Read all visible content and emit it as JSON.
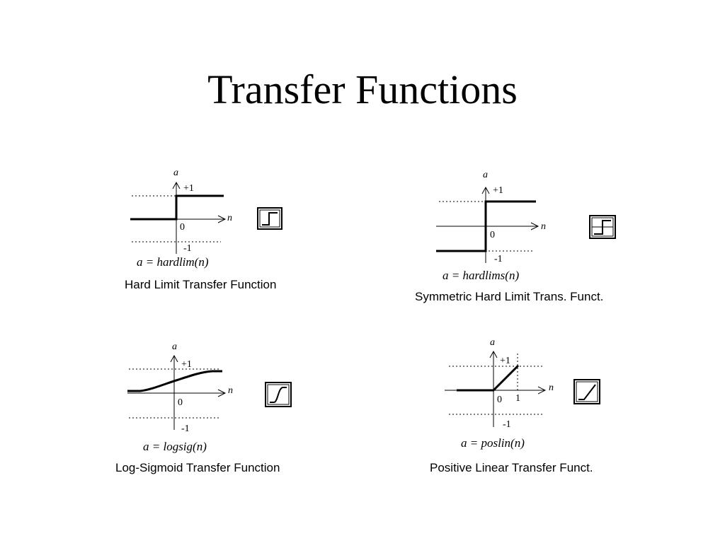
{
  "slide": {
    "title": "Transfer Functions"
  },
  "panels": [
    {
      "id": "hardlim",
      "y_axis_label": "a",
      "x_axis_label": "n",
      "tick_pos": "+1",
      "tick_zero": "0",
      "tick_neg": "-1",
      "equation": "a = hardlim(n)",
      "caption": "Hard Limit Transfer Function",
      "icon": "hardlim-icon"
    },
    {
      "id": "hardlims",
      "y_axis_label": "a",
      "x_axis_label": "n",
      "tick_pos": "+1",
      "tick_zero": "0",
      "tick_neg": "-1",
      "equation": "a = hardlims(n)",
      "caption": "Symmetric Hard Limit Trans. Funct.",
      "icon": "hardlims-icon"
    },
    {
      "id": "logsig",
      "y_axis_label": "a",
      "x_axis_label": "n",
      "tick_pos": "+1",
      "tick_zero": "0",
      "tick_neg": "-1",
      "equation": "a = logsig(n)",
      "caption": "Log-Sigmoid Transfer Function",
      "icon": "logsig-icon"
    },
    {
      "id": "poslin",
      "y_axis_label": "a",
      "x_axis_label": "n",
      "tick_pos": "+1",
      "tick_zero": "0",
      "tick_neg": "-1",
      "tick_x_one": "1",
      "equation": "a = poslin(n)",
      "caption": "Positive Linear Transfer Funct.",
      "icon": "poslin-icon"
    }
  ]
}
